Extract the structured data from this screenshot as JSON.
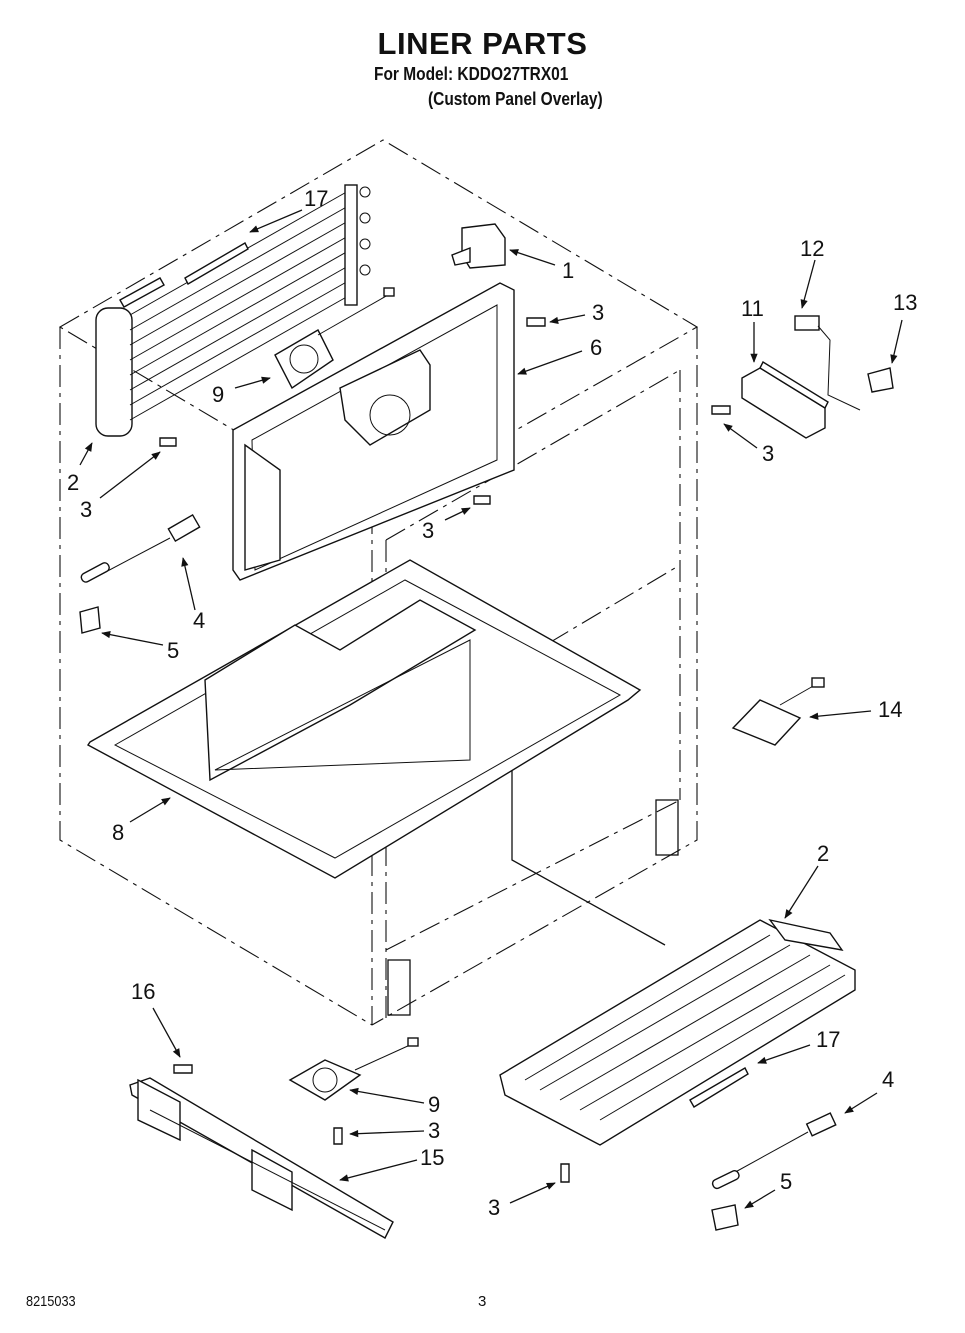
{
  "header": {
    "title": "LINER PARTS",
    "model_line": "For Model: KDDO27TRX01",
    "variant_line": "(Custom Panel Overlay)"
  },
  "footer": {
    "doc_number": "8215033",
    "page_number": "3"
  },
  "callouts": [
    {
      "id": "c17a",
      "label": "17"
    },
    {
      "id": "c1",
      "label": "1"
    },
    {
      "id": "c3a",
      "label": "3"
    },
    {
      "id": "c6",
      "label": "6"
    },
    {
      "id": "c9a",
      "label": "9"
    },
    {
      "id": "c2a",
      "label": "2"
    },
    {
      "id": "c3b",
      "label": "3"
    },
    {
      "id": "c3c",
      "label": "3"
    },
    {
      "id": "c4a",
      "label": "4"
    },
    {
      "id": "c5a",
      "label": "5"
    },
    {
      "id": "c8",
      "label": "8"
    },
    {
      "id": "c12",
      "label": "12"
    },
    {
      "id": "c11",
      "label": "11"
    },
    {
      "id": "c13",
      "label": "13"
    },
    {
      "id": "c3d",
      "label": "3"
    },
    {
      "id": "c14",
      "label": "14"
    },
    {
      "id": "c2b",
      "label": "2"
    },
    {
      "id": "c16",
      "label": "16"
    },
    {
      "id": "c9b",
      "label": "9"
    },
    {
      "id": "c3e",
      "label": "3"
    },
    {
      "id": "c15",
      "label": "15"
    },
    {
      "id": "c17b",
      "label": "17"
    },
    {
      "id": "c4b",
      "label": "4"
    },
    {
      "id": "c3f",
      "label": "3"
    },
    {
      "id": "c5b",
      "label": "5"
    }
  ]
}
